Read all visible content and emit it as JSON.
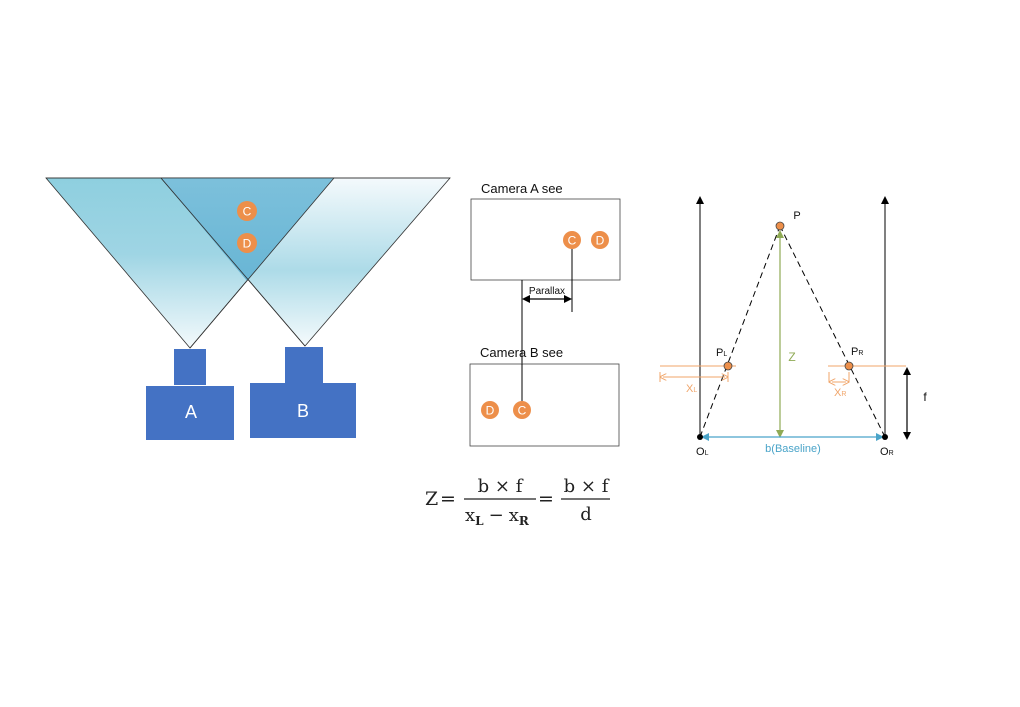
{
  "cameras": {
    "camera_a_label": "A",
    "camera_b_label": "B",
    "point_c": "C",
    "point_d": "D"
  },
  "views": {
    "camera_a_title": "Camera A see",
    "camera_b_title": "Camera B see",
    "parallax_label": "Parallax",
    "point_c": "C",
    "point_d": "D"
  },
  "geometry": {
    "point_p": "P",
    "point_pl_main": "P",
    "point_pl_sub": "L",
    "point_pr_main": "P",
    "point_pr_sub": "R",
    "z_label": "Z",
    "xl_main": "X",
    "xl_sub": "L",
    "xr_main": "X",
    "xr_sub": "R",
    "f_label": "f",
    "ol_main": "O",
    "ol_sub": "L",
    "or_main": "O",
    "or_sub": "R",
    "baseline_label": "b(Baseline)"
  },
  "formula": {
    "z": "Z",
    "equals": "=",
    "numerator_1": "b × f",
    "denominator_1_xl": "x",
    "denominator_1_xl_sub": "L",
    "minus": "−",
    "denominator_1_xr": "x",
    "denominator_1_xr_sub": "R",
    "numerator_2": "b × f",
    "denominator_2": "d"
  },
  "colors": {
    "camera_blue": "#4472C4",
    "point_orange": "#ED8F4A",
    "z_green": "#8FAA55",
    "baseline_teal": "#4AA4C9",
    "orange_line": "#F0A56A"
  }
}
